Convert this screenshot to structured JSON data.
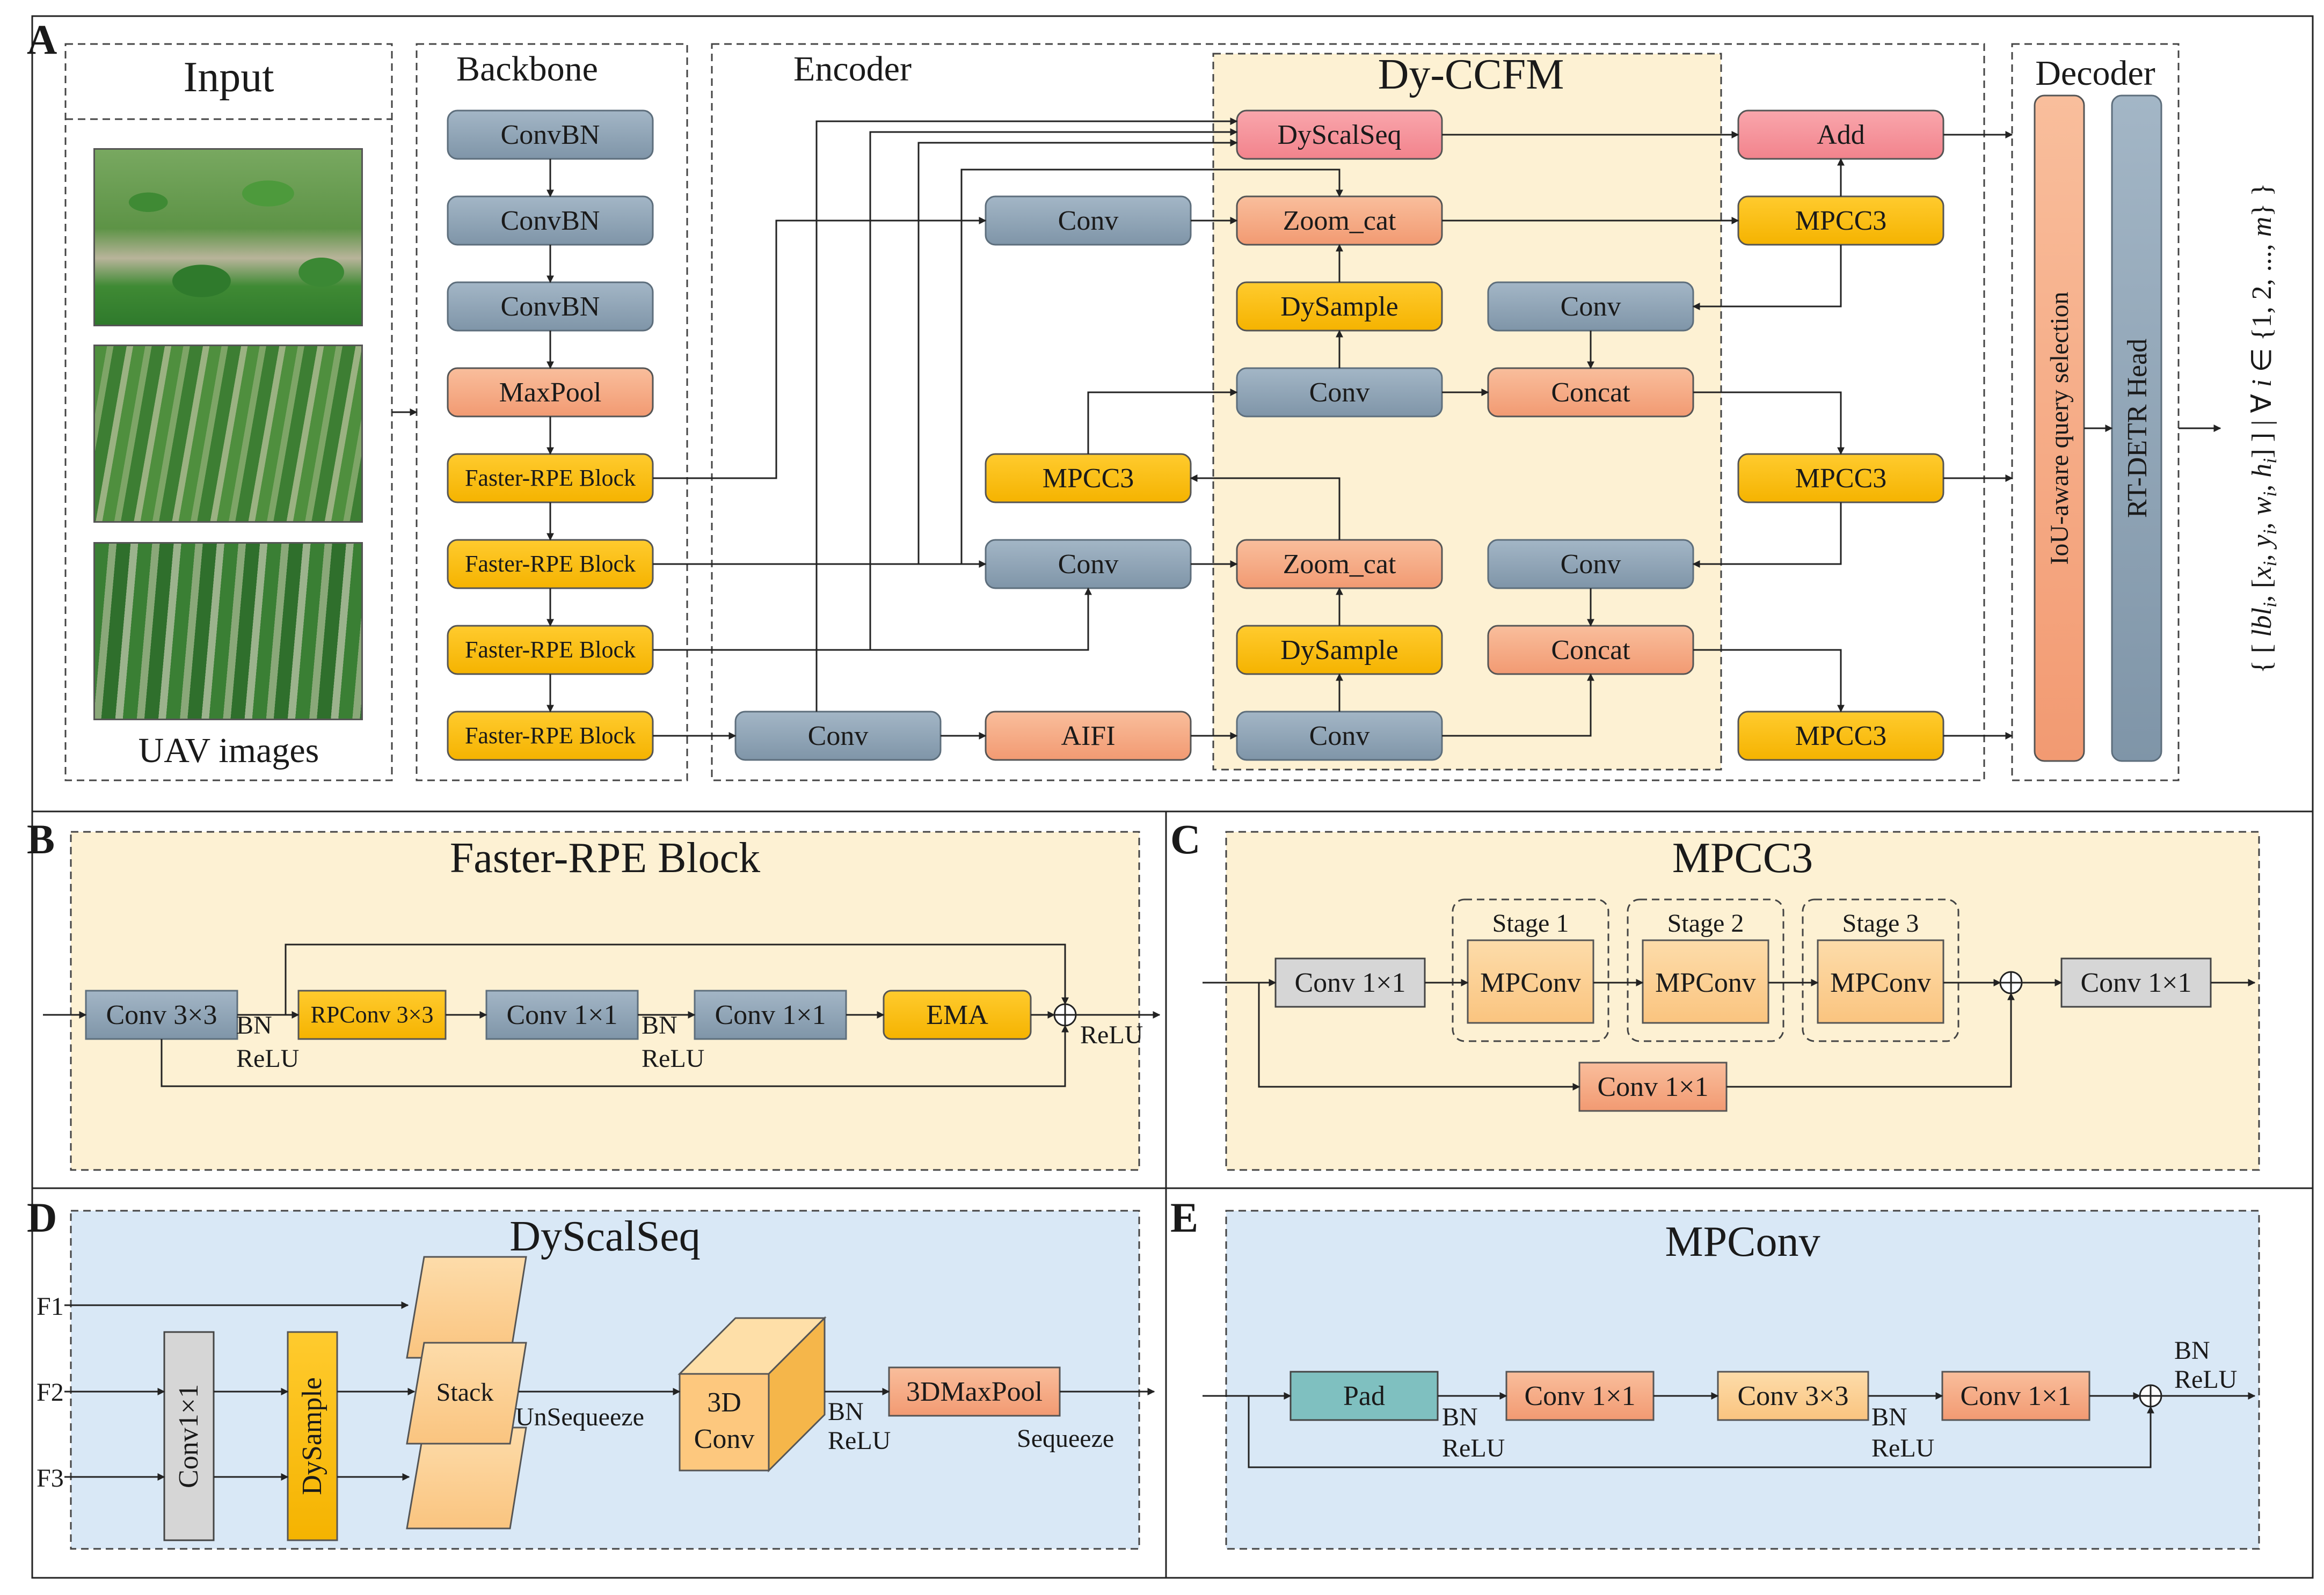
{
  "colors": {
    "gray_box": "#8FA4B6",
    "orange_box": "#F7AE86",
    "light_orange_box": "#FCCF93",
    "yellow_box": "#FFC000",
    "pink_box": "#F7949C",
    "teal_box": "#7FC0C0",
    "light_gray_box": "#D6D6D6",
    "beige_panel": "#FDF1D3",
    "blue_panel": "#D9E8F6"
  },
  "panels": {
    "A": "A",
    "B": "B",
    "C": "C",
    "D": "D",
    "E": "E"
  },
  "panelA": {
    "input": {
      "title": "Input",
      "caption": "UAV images"
    },
    "backbone": {
      "title": "Backbone",
      "blocks": [
        "ConvBN",
        "ConvBN",
        "ConvBN",
        "MaxPool",
        "Faster-RPE Block",
        "Faster-RPE Block",
        "Faster-RPE Block",
        "Faster-RPE Block"
      ]
    },
    "encoder": {
      "title": "Encoder",
      "conv_top": "Conv",
      "mpcc3_left": "MPCC3",
      "conv_mid": "Conv",
      "conv_bottom": "Conv",
      "aifi": "AIFI"
    },
    "dyccfm": {
      "title": "Dy-CCFM",
      "dyscalseq": "DyScalSeq",
      "zoom_cat_top": "Zoom_cat",
      "dysample_top": "DySample",
      "conv_upper": "Conv",
      "zoom_cat_bottom": "Zoom_cat",
      "dysample_bottom": "DySample",
      "conv_lower": "Conv",
      "conv_right_upper": "Conv",
      "concat_upper": "Concat",
      "conv_right_lower": "Conv",
      "concat_lower": "Concat"
    },
    "right": {
      "add": "Add",
      "mpcc3_1": "MPCC3",
      "mpcc3_2": "MPCC3",
      "mpcc3_3": "MPCC3"
    },
    "decoder": {
      "title": "Decoder",
      "query": "IoU-aware query selection",
      "head": "RT-DETR Head"
    },
    "output": "{ [ lbl , [x , y , w , h ] ] | ∀ i ∈ {1, 2, ..., m} }",
    "output_parts": {
      "open": "{ [ ",
      "lbl": "lbl",
      "sep1": ", [",
      "x": "x",
      "y": "y",
      "w": "w",
      "h": "h",
      "comma": ", ",
      "close_bracket": "] ] | ∀ ",
      "i": "i",
      "set": " ∈ {1, 2, ..., ",
      "m": "m",
      "end": "} }",
      "sub": "i"
    }
  },
  "panelB": {
    "title": "Faster-RPE Block",
    "conv3": "Conv 3×3",
    "rpconv": "RPConv 3×3",
    "conv1a": "Conv 1×1",
    "conv1b": "Conv 1×1",
    "ema": "EMA",
    "bn": "BN",
    "relu": "ReLU"
  },
  "panelC": {
    "title": "MPCC3",
    "conv_in": "Conv 1×1",
    "stage1": "Stage 1",
    "stage2": "Stage 2",
    "stage3": "Stage 3",
    "mpconv": "MPConv",
    "conv_out": "Conv 1×1",
    "conv_skip": "Conv 1×1"
  },
  "panelD": {
    "title": "DyScalSeq",
    "f1": "F1",
    "f2": "F2",
    "f3": "F3",
    "conv": "Conv1×1",
    "dysample": "DySample",
    "stack": "Stack",
    "unsqueeze": "UnSequeeze",
    "conv3d_a": "3D",
    "conv3d_b": "Conv",
    "bn": "BN",
    "relu": "ReLU",
    "maxpool": "3DMaxPool",
    "squeeze": "Sequeeze"
  },
  "panelE": {
    "title": "MPConv",
    "pad": "Pad",
    "conv1a": "Conv 1×1",
    "conv3": "Conv 3×3",
    "conv1b": "Conv 1×1",
    "bn": "BN",
    "relu": "ReLU"
  },
  "icons": {
    "sum": "circle-plus-icon",
    "arrow": "arrowhead-icon"
  }
}
